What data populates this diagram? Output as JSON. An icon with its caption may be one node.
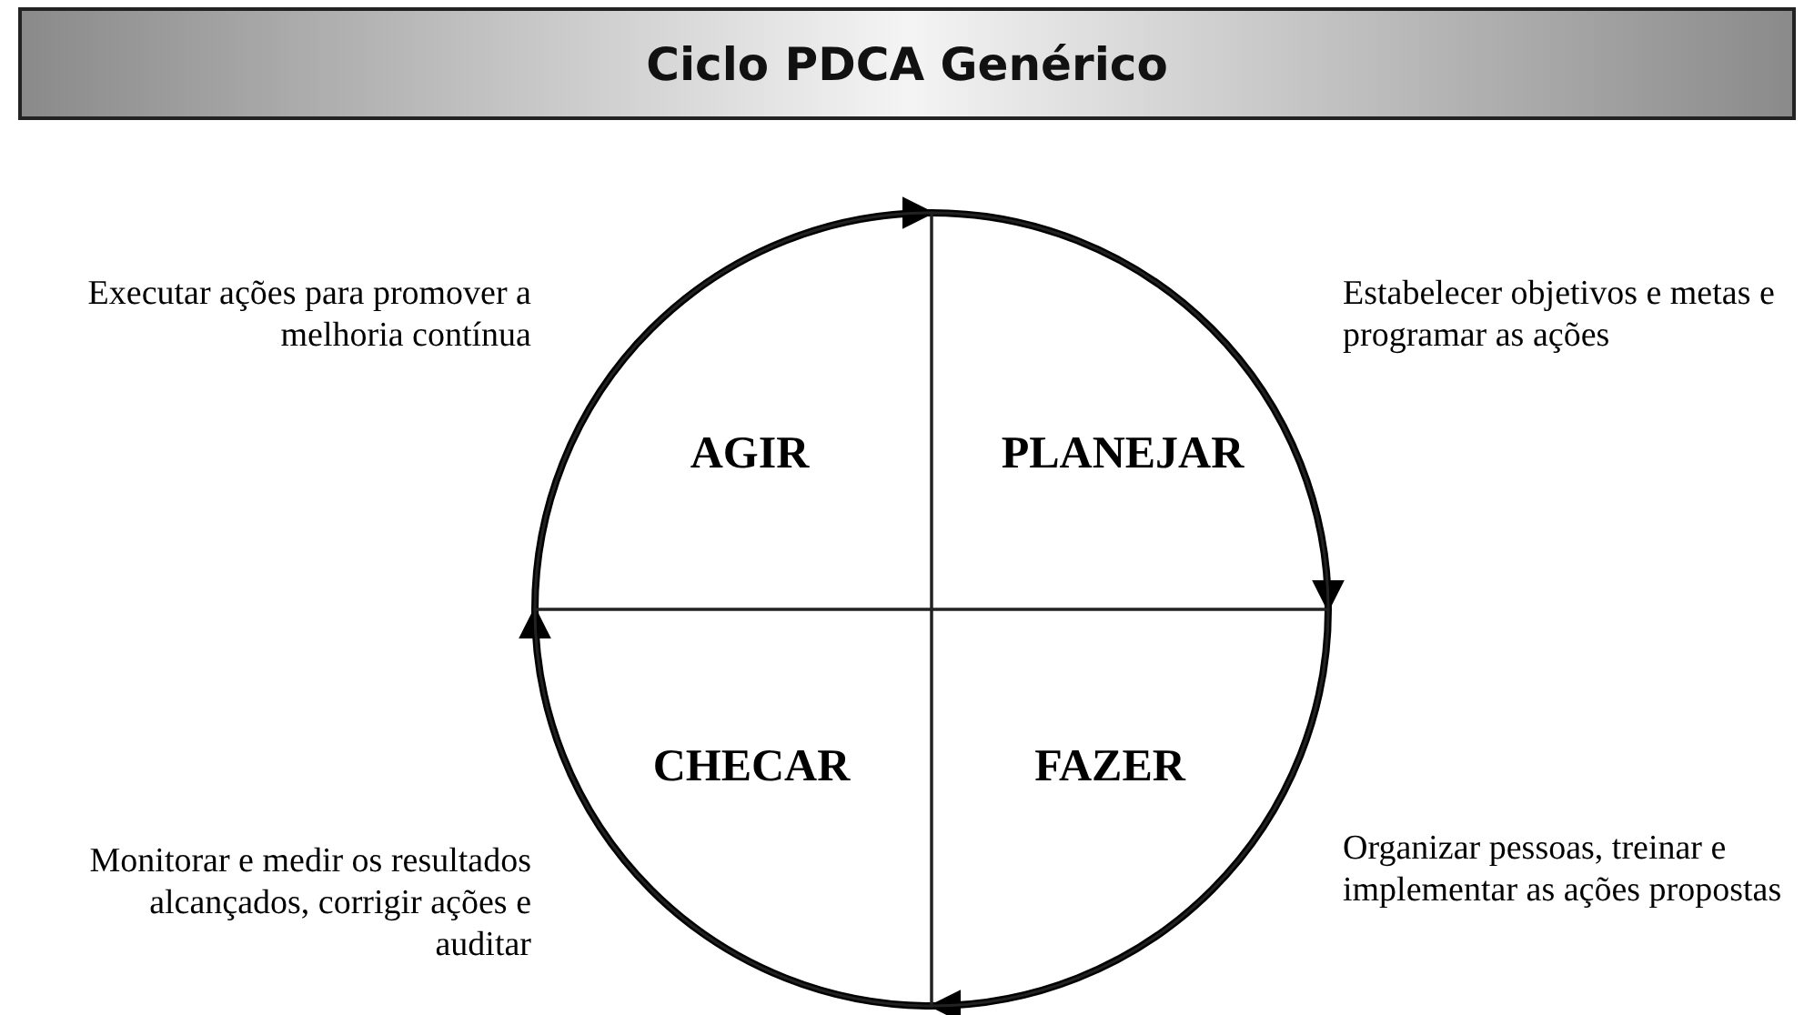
{
  "diagram": {
    "title": "Ciclo PDCA Genérico",
    "nodes": [
      {
        "text": [
          "AGIR"
        ],
        "beside": [
          "Executar ações para promover a melhoria contínua"
        ]
      },
      {
        "text": [
          "PLANEJAR"
        ],
        "beside": [
          "Estabelecer objetivos e metas e programar as ações"
        ]
      },
      {
        "text": [
          "FAZER"
        ],
        "beside": [
          "Organizar pessoas, treinar e implementar as ações propostas"
        ]
      },
      {
        "text": [
          "CHECAR"
        ],
        "beside": [
          "Monitorar e medir os resultados alcançados, corrigir ações e auditar"
        ]
      }
    ],
    "edges": [
      {
        "from": 0,
        "to": 1,
        "arrow": "to"
      },
      {
        "from": 1,
        "to": 2,
        "arrow": "to"
      },
      {
        "from": 2,
        "to": 3,
        "arrow": "to"
      },
      {
        "from": 3,
        "to": 0,
        "arrow": "to"
      }
    ]
  }
}
